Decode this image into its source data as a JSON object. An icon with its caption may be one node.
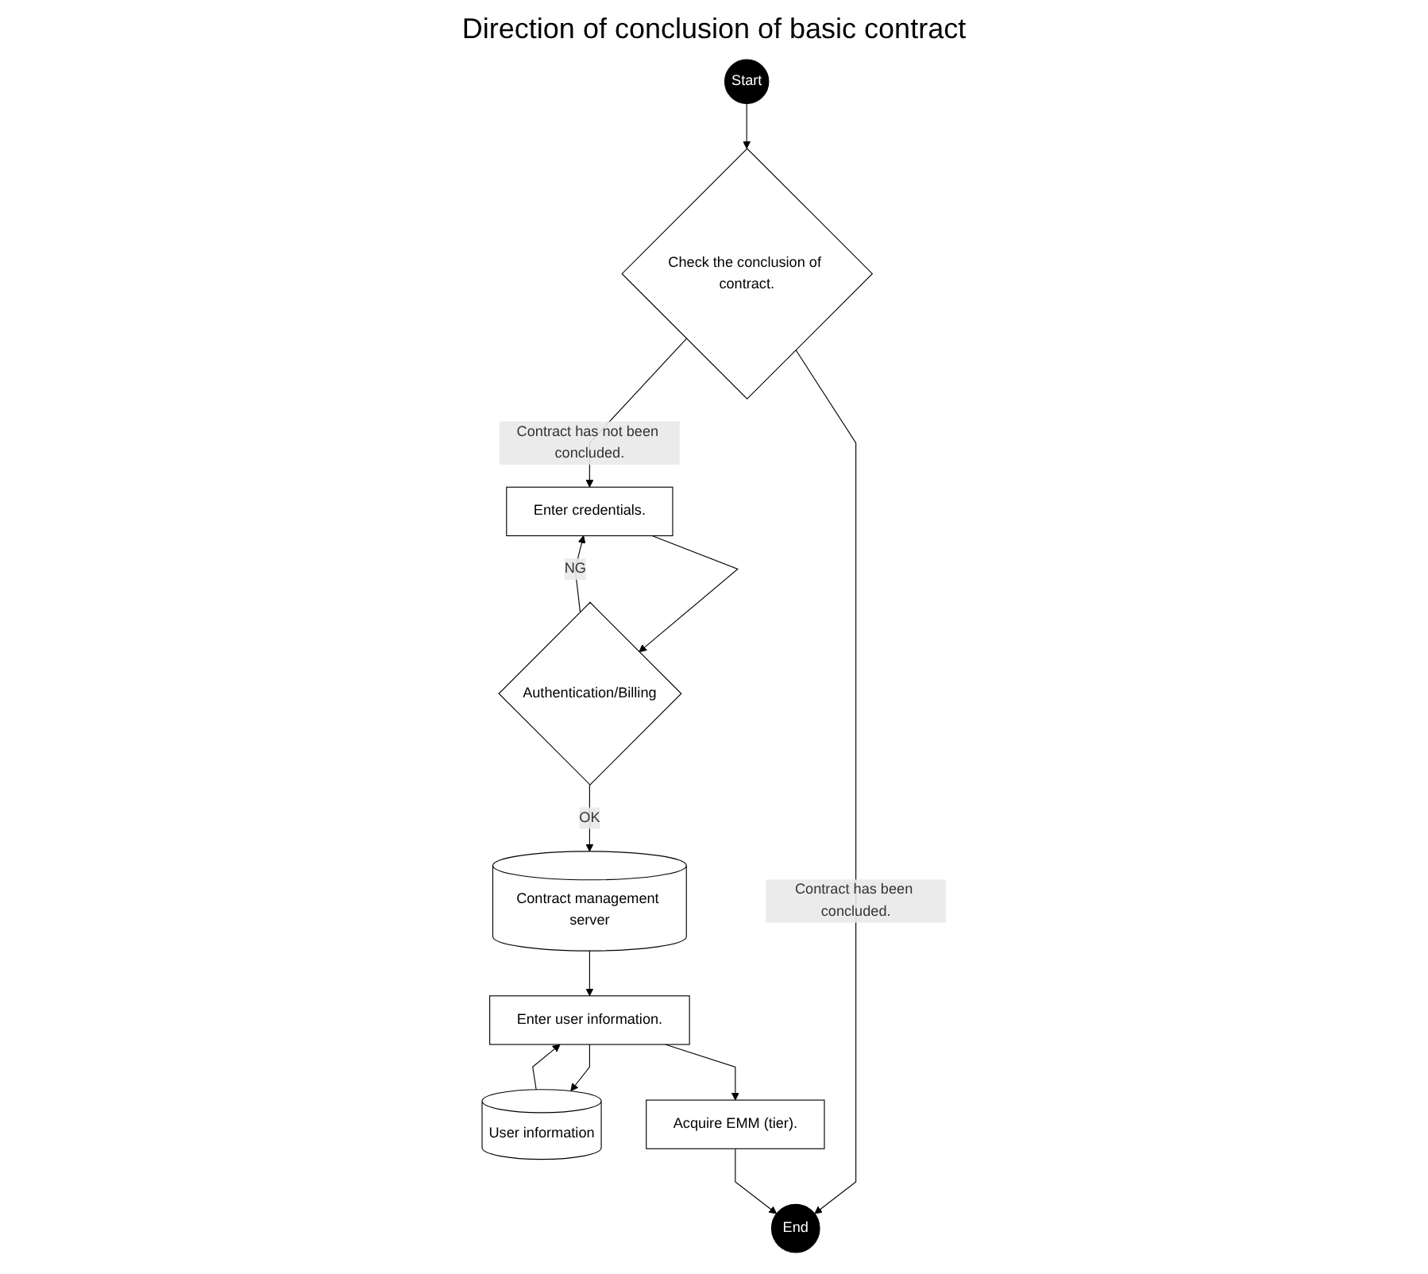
{
  "diagram": {
    "title": "Direction of conclusion of basic contract",
    "nodes": [
      {
        "text": [
          "Start"
        ]
      },
      {
        "text": [
          "Check the conclusion of contract."
        ]
      },
      {
        "text": [
          "Enter credentials."
        ]
      },
      {
        "text": [
          "Authentication/Billing"
        ]
      },
      {
        "text": [
          "Contract management server"
        ]
      },
      {
        "text": [
          "Enter user information."
        ]
      },
      {
        "text": [
          "User information"
        ]
      },
      {
        "text": [
          "Acquire EMM (tier)."
        ]
      },
      {
        "text": [
          "End"
        ]
      }
    ],
    "edges": [
      {
        "from": 0,
        "to": 1,
        "arrow": "to"
      },
      {
        "from": 1,
        "to": 2,
        "arrow": "to",
        "label": "Contract has not been concluded."
      },
      {
        "from": 1,
        "to": 8,
        "arrow": "to",
        "label": "Contract has been concluded."
      },
      {
        "from": 2,
        "to": 3,
        "arrow": "to"
      },
      {
        "from": 3,
        "to": 2,
        "arrow": "to",
        "label": "NG"
      },
      {
        "from": 3,
        "to": 4,
        "arrow": "to",
        "label": "OK"
      },
      {
        "from": 4,
        "to": 5,
        "arrow": "to"
      },
      {
        "from": 5,
        "to": 6,
        "arrow": "to"
      },
      {
        "from": 6,
        "to": 5,
        "arrow": "to"
      },
      {
        "from": 5,
        "to": 7,
        "arrow": "to"
      },
      {
        "from": 7,
        "to": 8,
        "arrow": "to"
      }
    ]
  }
}
